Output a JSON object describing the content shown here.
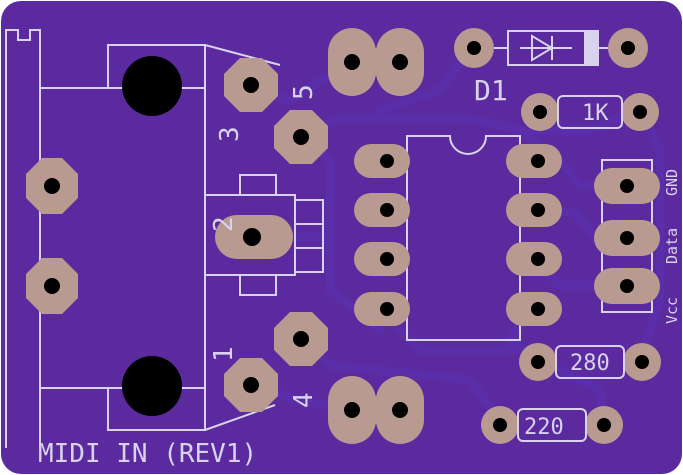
{
  "board": {
    "title": "MIDI IN (REV1)",
    "colors": {
      "board": "#5b2a9e",
      "copper": "#5a2ea8",
      "silkscreen": "#d8d2ee",
      "pad": "#b99a91",
      "hole": "#000000"
    }
  },
  "connector": {
    "pin_labels": [
      "1",
      "2",
      "3",
      "4",
      "5"
    ]
  },
  "components": {
    "diode_label": "D1",
    "resistors": [
      "1K",
      "280",
      "220"
    ]
  },
  "header": {
    "pin_labels": [
      "GND",
      "Data",
      "Vcc"
    ]
  }
}
